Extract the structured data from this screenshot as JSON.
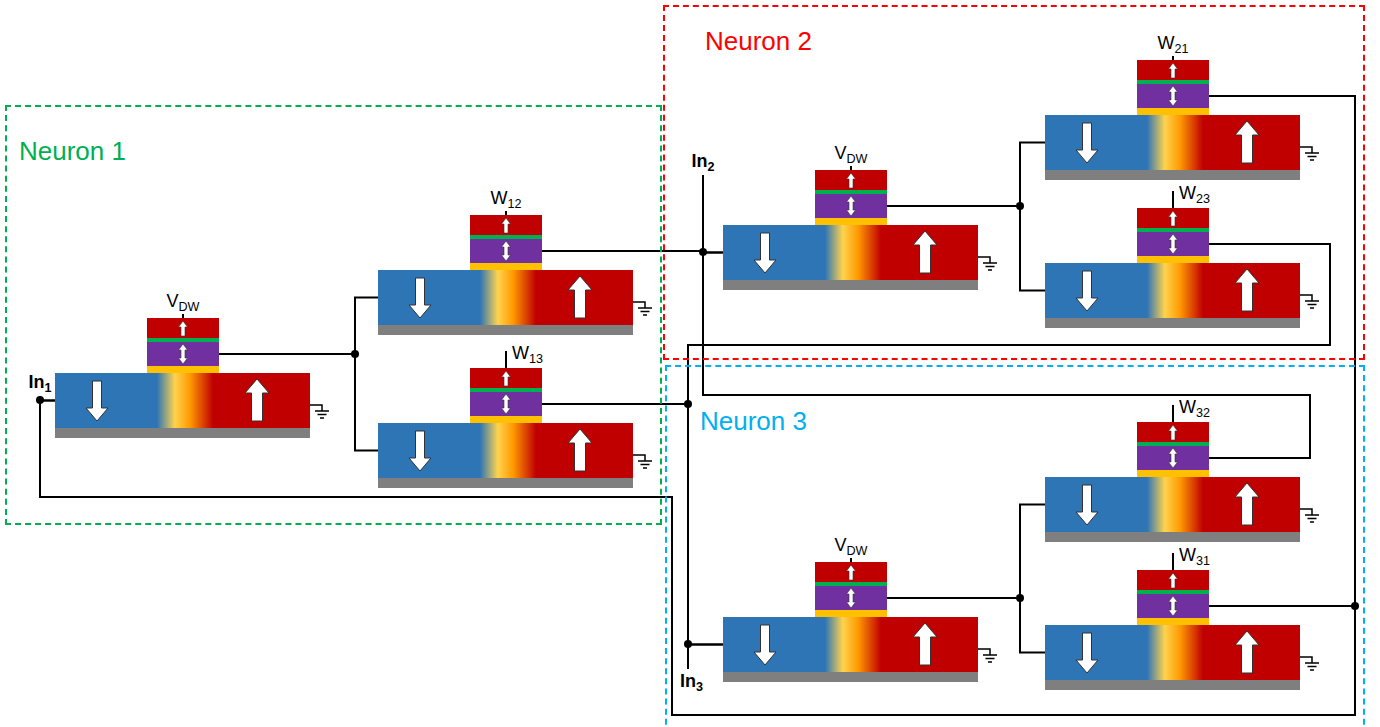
{
  "diagram": {
    "nodes": [
      {
        "text": [
          "Neuron 1"
        ]
      },
      {
        "text": [
          "VDW"
        ],
        "in": 0
      },
      {
        "text": [
          "W12"
        ],
        "in": 0
      },
      {
        "text": [
          "W13"
        ],
        "in": 0
      },
      {
        "text": [
          "Neuron 2"
        ]
      },
      {
        "text": [
          "VDW"
        ],
        "in": 4
      },
      {
        "text": [
          "W21"
        ],
        "in": 4
      },
      {
        "text": [
          "W23"
        ],
        "in": 4
      },
      {
        "text": [
          "Neuron 3"
        ]
      },
      {
        "text": [
          "VDW"
        ],
        "in": 8
      },
      {
        "text": [
          "W32"
        ],
        "in": 8
      },
      {
        "text": [
          "W31"
        ],
        "in": 8
      }
    ],
    "edges": [
      {
        "from": 1,
        "to": 2,
        "arrow": "none"
      },
      {
        "from": 1,
        "to": 3,
        "arrow": "none"
      },
      {
        "from": 2,
        "to": 5,
        "arrow": "none"
      },
      {
        "from": 3,
        "to": 9,
        "arrow": "none"
      },
      {
        "from": 5,
        "to": 6,
        "arrow": "none"
      },
      {
        "from": 5,
        "to": 7,
        "arrow": "none"
      },
      {
        "from": 6,
        "to": 1,
        "arrow": "none"
      },
      {
        "from": 7,
        "to": 9,
        "arrow": "none"
      },
      {
        "from": 9,
        "to": 10,
        "arrow": "none"
      },
      {
        "from": 9,
        "to": 11,
        "arrow": "none"
      },
      {
        "from": 10,
        "to": 5,
        "arrow": "none"
      },
      {
        "from": 11,
        "to": 1,
        "arrow": "none"
      }
    ],
    "labels": [
      "In1",
      "In2",
      "In3"
    ]
  }
}
